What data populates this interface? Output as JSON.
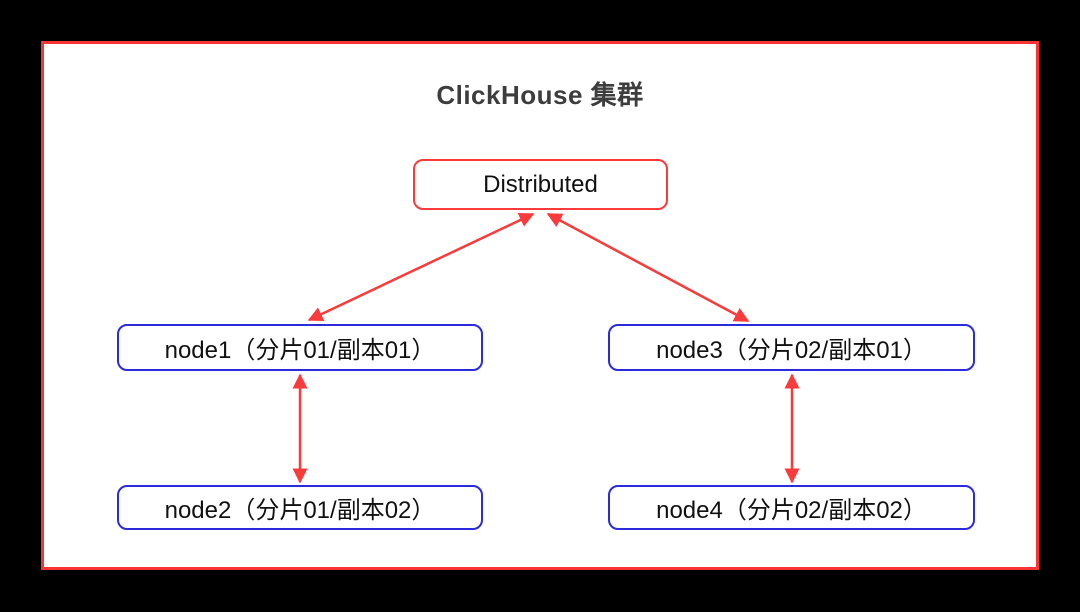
{
  "diagram": {
    "title": "ClickHouse 集群",
    "nodes": {
      "distributed": {
        "label": "Distributed"
      },
      "node1": {
        "label": "node1（分片01/副本01）"
      },
      "node2": {
        "label": "node2（分片01/副本02）"
      },
      "node3": {
        "label": "node3（分片02/副本01）"
      },
      "node4": {
        "label": "node4（分片02/副本02）"
      }
    },
    "edges": [
      {
        "from": "distributed",
        "to": "node1",
        "bidirectional": true
      },
      {
        "from": "distributed",
        "to": "node3",
        "bidirectional": true
      },
      {
        "from": "node1",
        "to": "node2",
        "bidirectional": true
      },
      {
        "from": "node3",
        "to": "node4",
        "bidirectional": true
      }
    ],
    "colors": {
      "outer_background": "#000000",
      "panel_background": "#ffffff",
      "panel_border_red": "#fa3434",
      "arrow_red": "#fa3b3b",
      "node_border_blue": "#2b2bdb",
      "title_text": "#3d3d3d",
      "box_text": "#111111"
    }
  }
}
